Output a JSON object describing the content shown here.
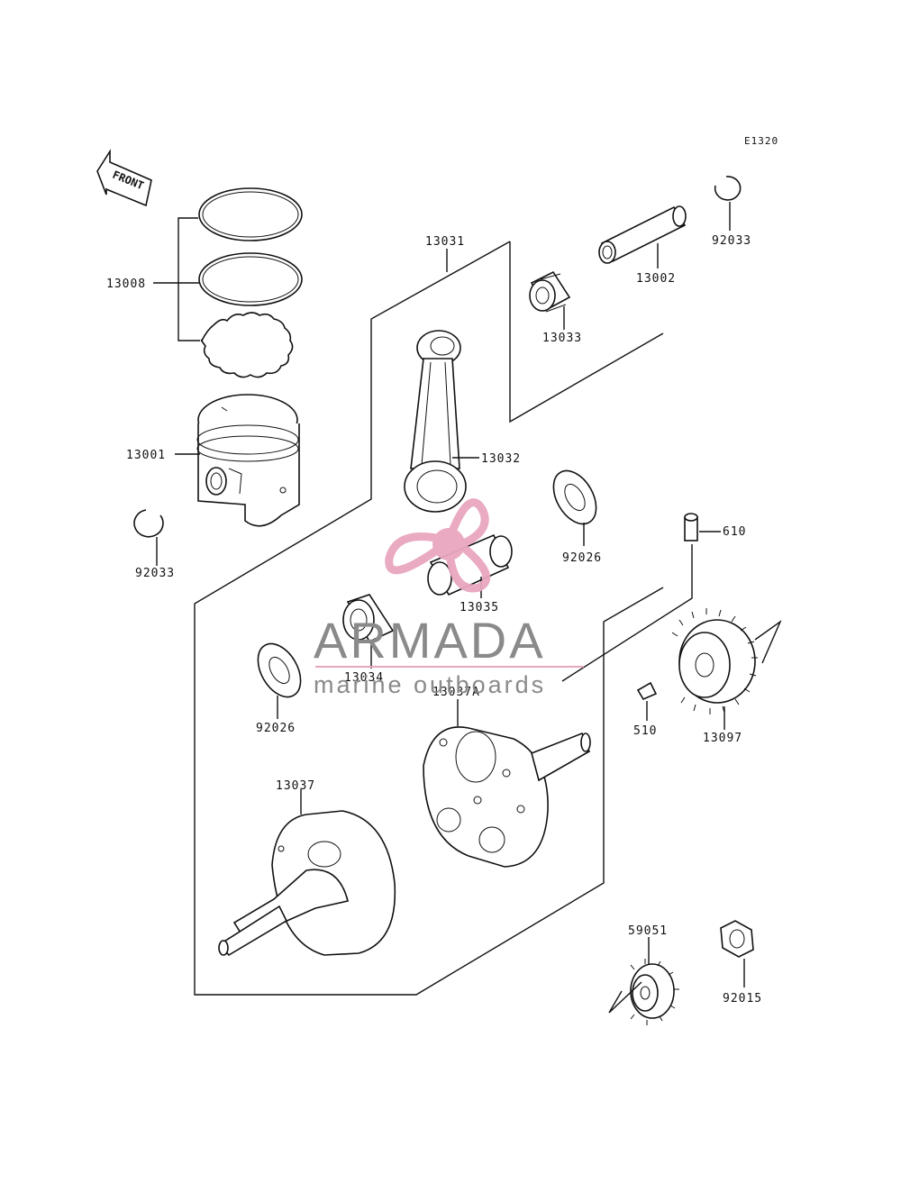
{
  "diagram": {
    "code": "E1320",
    "front_label": "FRONT",
    "parts": {
      "p13008": "13008",
      "p13001": "13001",
      "p92033_left": "92033",
      "p13031": "13031",
      "p13032": "13032",
      "p13033": "13033",
      "p13002": "13002",
      "p92033_right": "92033",
      "p92026_upper": "92026",
      "p13035": "13035",
      "p610": "610",
      "p13034": "13034",
      "p92026_lower": "92026",
      "p13037A": "13037A",
      "p510": "510",
      "p13097": "13097",
      "p13037": "13037",
      "p59051": "59051",
      "p92015": "92015"
    }
  },
  "watermark": {
    "title": "ARMADA",
    "subtitle": "marine outboards",
    "color_pink": "#e8a6bf",
    "color_gray": "#8a8a8a"
  }
}
